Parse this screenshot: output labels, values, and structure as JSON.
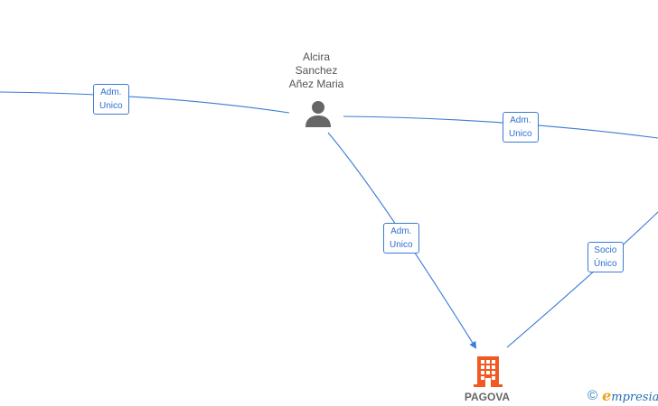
{
  "person": {
    "name_lines": [
      "Alcira",
      "Sanchez",
      "Añez Maria"
    ],
    "icon": "person-icon"
  },
  "company": {
    "name": "PAGOVA",
    "icon": "building-icon",
    "color": "#f05a22"
  },
  "edges": [
    {
      "id": "left",
      "label_lines": [
        "Adm.",
        "Unico"
      ]
    },
    {
      "id": "right",
      "label_lines": [
        "Adm.",
        "Unico"
      ]
    },
    {
      "id": "down",
      "label_lines": [
        "Adm.",
        "Unico"
      ]
    },
    {
      "id": "socio",
      "label_lines": [
        "Socio",
        "Único"
      ]
    }
  ],
  "colors": {
    "edge": "#3a7bd5",
    "label_text": "#2e6fd0",
    "person_icon": "#666666"
  },
  "brand": {
    "copyright": "©",
    "first_letter": "e",
    "rest": "mpresia"
  }
}
